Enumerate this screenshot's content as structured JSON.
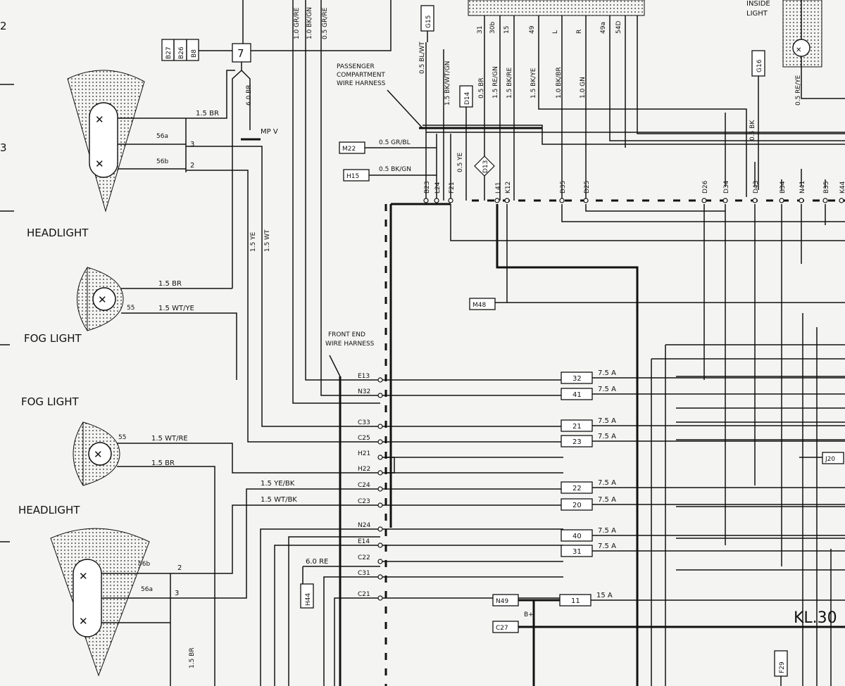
{
  "labels": {
    "left_page_numbers": [
      "2",
      "3"
    ],
    "headlight_upper": "HEADLIGHT",
    "headlight_lower": "HEADLIGHT",
    "fog_light_upper": "FOG LIGHT",
    "fog_light_lower": "FOG LIGHT",
    "inside_light": [
      "INSIDE",
      "LIGHT"
    ],
    "passenger_harness": [
      "PASSENGER",
      "COMPARTMENT",
      "WIRE HARNESS"
    ],
    "front_end_harness": [
      "FRONT END",
      "WIRE HARNESS"
    ],
    "mpv": "MP V",
    "kl30": "KL.30",
    "node7": "7",
    "b_label": "B+"
  },
  "wires": {
    "hl_upper_br": "1.5 BR",
    "fog_upper_br": "1.5 BR",
    "fog_upper_wtye": "1.5 WT/YE",
    "fog_lower_wtre": "1.5 WT/RE",
    "fog_lower_br": "1.5 BR",
    "hl_lower_yebk": "1.5 YE/BK",
    "hl_lower_wtbk": "1.5 WT/BK",
    "hl_lower_br": "1.5 BR",
    "re60": "6.0 RE",
    "br60": "6.0 BR",
    "ye15": "1.5 YE",
    "wt15": "1.5 WT",
    "top_grre": "1.0 GR/RE",
    "top_bkgn": "1.0 BK/GN",
    "top_grre2": "0.5 GR/RE",
    "blwt": "0.5 BL/WT",
    "bkwtgn": "1.5 BK/WT/GN",
    "m22_wire": "0.5 GR/BL",
    "h15_wire": "0.5 BK/GN",
    "ye05": "0.5 YE",
    "br05": "0.5 BR",
    "regn": "1.5 RE/GN",
    "bkre": "1.5 BK/RE",
    "bkye": "1.5 BK/YE",
    "bkbr": "1.0 BK/BR",
    "gn10": "1.0 GN",
    "reye": "0.5 RE/YE",
    "bk05": "0.5 BK"
  },
  "pins": {
    "p56a_u": "56a",
    "p56b_u": "56b",
    "p3_u": "3",
    "p2_u": "2",
    "p55_u": "55",
    "p55_l": "55",
    "p56b_l": "56b",
    "p56a_l": "56a",
    "p2_l": "2",
    "p3_l": "3",
    "top_terms": [
      "31",
      "30b",
      "15",
      "49",
      "L",
      "R",
      "49a",
      "54D"
    ]
  },
  "components": {
    "stack": [
      "B27",
      "B26",
      "B8"
    ],
    "m22": "M22",
    "h15": "H15",
    "d14": "D14",
    "d13": "D13",
    "g15": "G15",
    "g16": "G16",
    "m48": "M48",
    "h44": "H44",
    "n49": "N49",
    "c27": "C27",
    "j20": "J20",
    "f29": "F29"
  },
  "connectors_top": [
    "B23",
    "L24",
    "F21",
    "L41",
    "K12",
    "D35",
    "D25",
    "D26",
    "D34",
    "D43",
    "B34",
    "N41",
    "B35",
    "K44"
  ],
  "connectors_front": [
    "E13",
    "N32",
    "C33",
    "C25",
    "H21",
    "H22",
    "C24",
    "C23",
    "N24",
    "E14",
    "C22",
    "C31",
    "C21"
  ],
  "fuses": [
    {
      "num": "32",
      "rating": "7.5 A"
    },
    {
      "num": "41",
      "rating": "7.5 A"
    },
    {
      "num": "21",
      "rating": "7.5 A"
    },
    {
      "num": "23",
      "rating": "7.5 A"
    },
    {
      "num": "22",
      "rating": "7.5 A"
    },
    {
      "num": "20",
      "rating": "7.5 A"
    },
    {
      "num": "40",
      "rating": "7.5 A"
    },
    {
      "num": "31",
      "rating": "7.5 A"
    },
    {
      "num": "11",
      "rating": "15 A"
    }
  ],
  "colors": {
    "ink": "#111111",
    "paper": "#f4f4f2"
  }
}
